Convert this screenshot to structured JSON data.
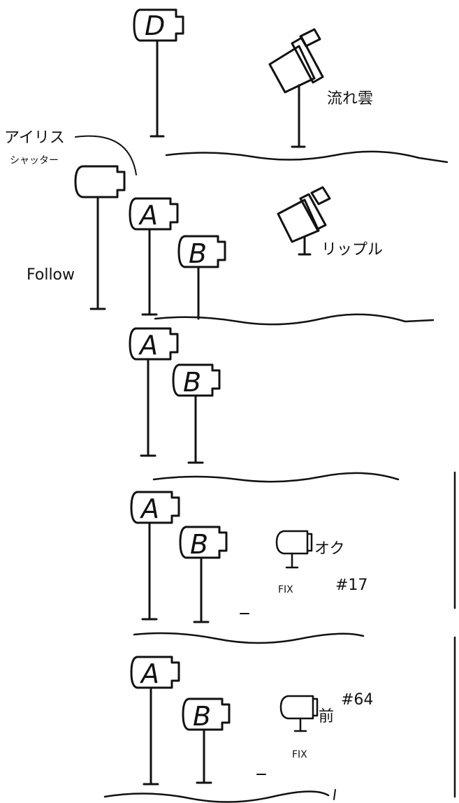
{
  "colors": {
    "ink": "#111111",
    "paper": "#ffffff"
  },
  "frames": [
    {
      "id": "frame-1",
      "cameras": [
        {
          "letter": "D"
        }
      ],
      "lights": [
        {
          "label": "流れ雲"
        }
      ]
    },
    {
      "id": "frame-2",
      "cameras": [
        {
          "letter": "A"
        },
        {
          "letter": "B"
        },
        {
          "letter": ""
        }
      ],
      "lights": [
        {
          "label": "リップル"
        }
      ],
      "notes": {
        "iris": "アイリス",
        "shutter": "シャッター",
        "follow": "Follow"
      }
    },
    {
      "id": "frame-3",
      "cameras": [
        {
          "letter": "A"
        },
        {
          "letter": "B"
        }
      ]
    },
    {
      "id": "frame-4",
      "cameras": [
        {
          "letter": "A"
        },
        {
          "letter": "B"
        }
      ],
      "spot": {
        "label": "オク",
        "fix": "FIX",
        "shot": "#17"
      }
    },
    {
      "id": "frame-5",
      "cameras": [
        {
          "letter": "A"
        },
        {
          "letter": "B"
        }
      ],
      "spot": {
        "label": "前",
        "fix": "FIX",
        "shot": "#64"
      }
    }
  ]
}
